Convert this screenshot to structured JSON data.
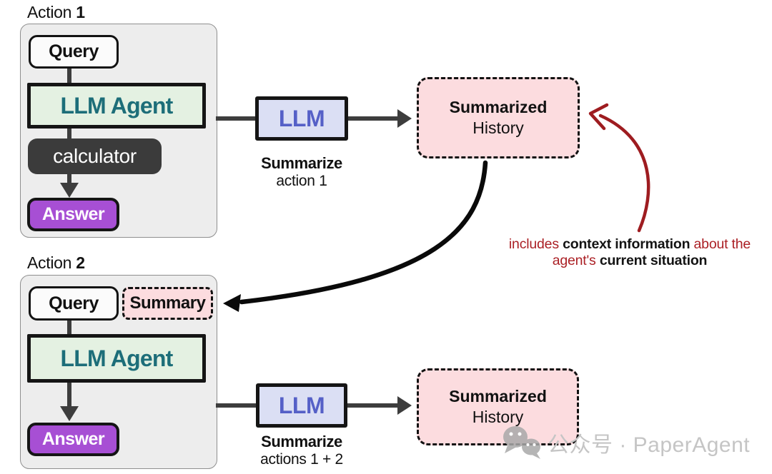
{
  "action1": {
    "title_word": "Action",
    "title_num": "1",
    "query": "Query",
    "llm_agent": "LLM Agent",
    "tool": "calculator",
    "answer": "Answer"
  },
  "llm_step1": {
    "label": "LLM",
    "caption_bold": "Summarize",
    "caption_rest": "action 1"
  },
  "summary_output1": {
    "line1": "Summarized",
    "line2": "History"
  },
  "annotation": {
    "parts": [
      {
        "text": "includes ",
        "style": "red"
      },
      {
        "text": "context information",
        "style": "dark"
      },
      {
        "text": " about the agent's ",
        "style": "red"
      },
      {
        "text": "current situation",
        "style": "dark"
      }
    ]
  },
  "action2": {
    "title_word": "Action",
    "title_num": "2",
    "query": "Query",
    "summary": "Summary",
    "llm_agent": "LLM Agent",
    "answer": "Answer"
  },
  "llm_step2": {
    "label": "LLM",
    "caption_bold": "Summarize",
    "caption_rest": "actions 1 + 2"
  },
  "summary_output2": {
    "line1": "Summarized",
    "line2": "History"
  },
  "watermark": {
    "icon": "wechat-icon",
    "text": "公众号 · PaperAgent"
  },
  "colors": {
    "frame_fill": "#ededed",
    "agent_fill": "#e4f1e2",
    "agent_text": "#1d6e79",
    "llm_fill": "#dbdff4",
    "llm_text": "#5560c7",
    "tool_fill": "#3b3b3b",
    "answer_fill": "#a74fd4",
    "summary_fill": "#fcdcdf",
    "arrow_dark": "#3d3d3d",
    "curve_black": "#0a0a0a",
    "annotation_red": "#ab2025",
    "curve_red": "#9e1c20",
    "watermark_gray": "#c5c5c5"
  }
}
